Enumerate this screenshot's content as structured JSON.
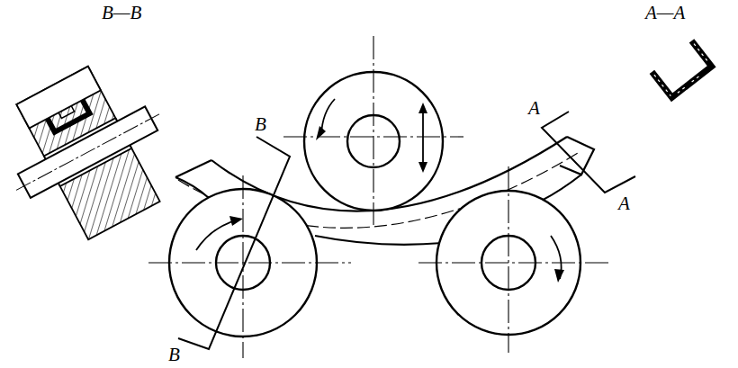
{
  "diagram": {
    "labels": [
      "B—B",
      "A—A",
      "B",
      "A",
      "A",
      "B"
    ]
  }
}
